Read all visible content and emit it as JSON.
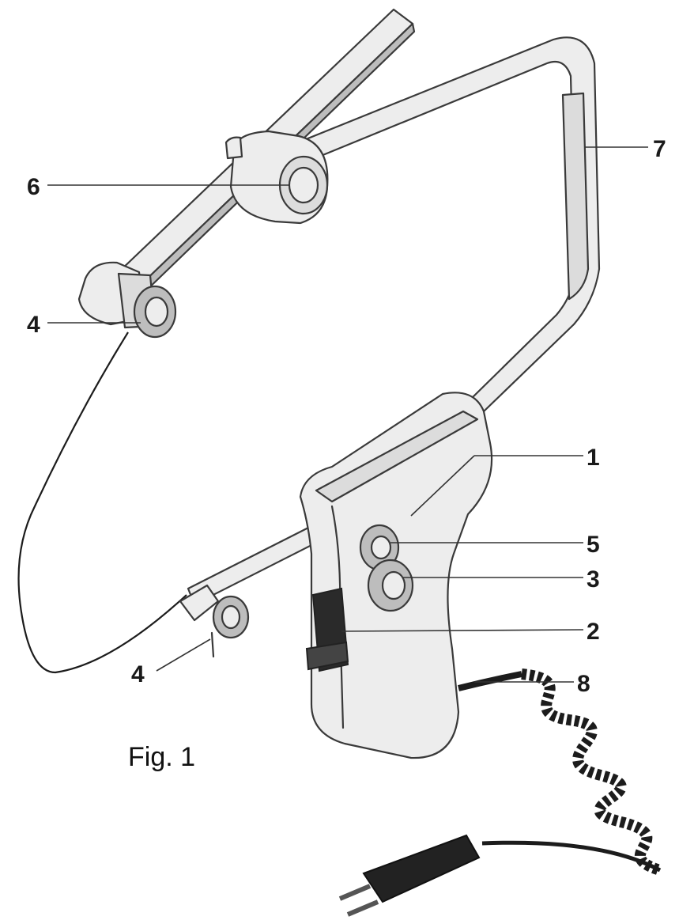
{
  "figure": {
    "caption": "Fig. 1",
    "callouts": [
      {
        "id": "c1",
        "label": "1"
      },
      {
        "id": "c2",
        "label": "2"
      },
      {
        "id": "c3",
        "label": "3"
      },
      {
        "id": "c4a",
        "label": "4"
      },
      {
        "id": "c4b",
        "label": "4"
      },
      {
        "id": "c5",
        "label": "5"
      },
      {
        "id": "c6",
        "label": "6"
      },
      {
        "id": "c7",
        "label": "7"
      },
      {
        "id": "c8",
        "label": "8"
      }
    ]
  }
}
